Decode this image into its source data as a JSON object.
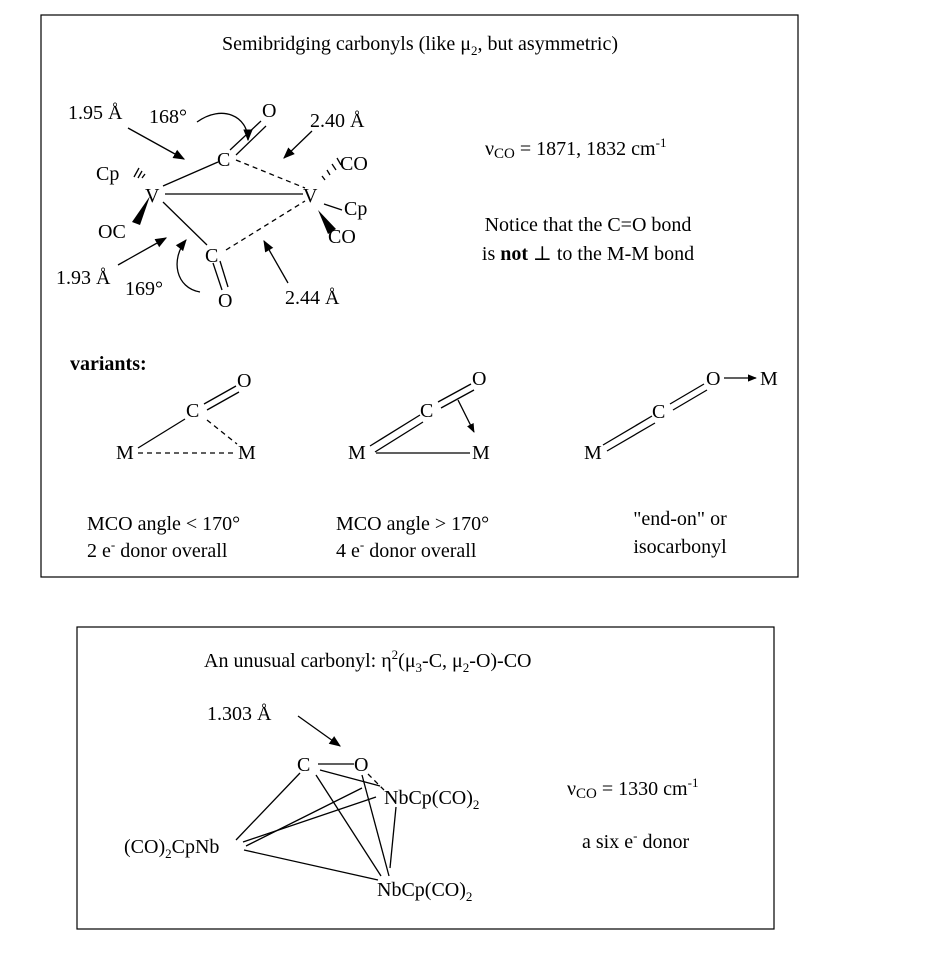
{
  "box1": {
    "title_pre": "Semibridging carbonyls (like ",
    "title_mu": "μ",
    "title_mu_sub": "2",
    "title_post": ", but asymmetric)",
    "labels": {
      "d_195": "1.95 Å",
      "a_168": "168°",
      "d_240": "2.40 Å",
      "d_193": "1.93 Å",
      "a_169": "169°",
      "d_244": "2.44 Å",
      "O_top": "O",
      "C_top": "C",
      "V_left": "V",
      "V_right": "V",
      "Cp_left": "Cp",
      "OC_left": "OC",
      "CO_right_top": "CO",
      "Cp_right": "Cp",
      "CO_right_bottom": "CO",
      "C_bottom": "C",
      "O_bottom": "O"
    },
    "nu_symbol": "ν",
    "nu_sub": "CO",
    "nu_value": " = 1871, 1832 cm",
    "nu_sup": "-1",
    "notice_line1": "Notice that the C=O bond",
    "notice_line2_pre": "is ",
    "notice_line2_bold": "not",
    "notice_line2_post": " ⊥ to the M-M bond",
    "variants_label": "variants:",
    "variant1": {
      "M_left": "M",
      "C": "C",
      "O": "O",
      "M_right": "M",
      "desc_line1": "MCO angle < 170°",
      "desc_line2_pre": "2 e",
      "desc_line2_sup": "-",
      "desc_line2_post": " donor overall"
    },
    "variant2": {
      "M_left": "M",
      "C": "C",
      "O": "O",
      "M_right": "M",
      "desc_line1": "MCO angle > 170°",
      "desc_line2_pre": "4 e",
      "desc_line2_sup": "-",
      "desc_line2_post": " donor overall"
    },
    "variant3": {
      "M_left": "M",
      "C": "C",
      "O": "O",
      "M_right": "M",
      "desc_line1": "\"end-on\" or",
      "desc_line2": "isocarbonyl"
    }
  },
  "box2": {
    "title_pre": "An unusual carbonyl: ",
    "title_eta": "η",
    "title_eta_sup": "2",
    "title_paren1": "(μ",
    "title_mu3_sub": "3",
    "title_mid": "-C, μ",
    "title_mu2_sub": "2",
    "title_post": "-O)-CO",
    "d_1303": "1.303 Å",
    "C": "C",
    "O": "O",
    "nb_left": "(CO)",
    "nb_left_sub": "2",
    "nb_left_post": "CpNb",
    "nb_upper": "NbCp(CO)",
    "nb_upper_sub": "2",
    "nb_lower": "NbCp(CO)",
    "nb_lower_sub": "2",
    "nu_symbol": "ν",
    "nu_sub": "CO",
    "nu_value": " = 1330 cm",
    "nu_sup": "-1",
    "donor_pre": "a six e",
    "donor_sup": "-",
    "donor_post": " donor"
  }
}
